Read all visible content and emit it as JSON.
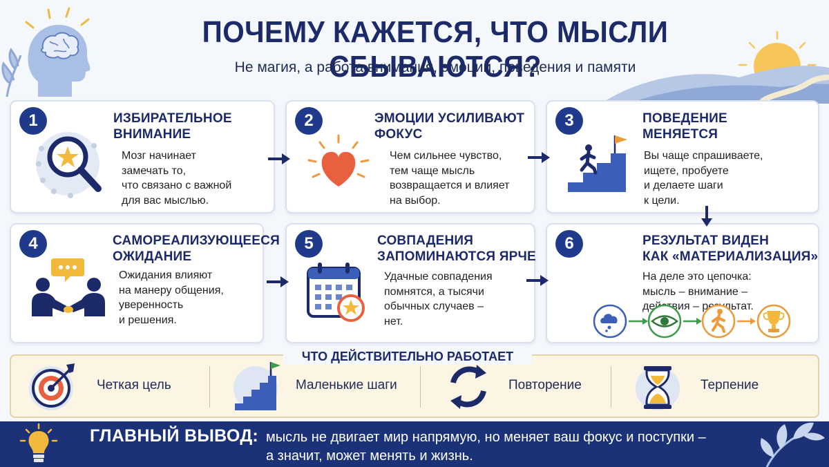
{
  "header": {
    "title": "ПОЧЕМУ КАЖЕТСЯ, ЧТО МЫСЛИ СБЫВАЮТСЯ?",
    "subtitle": "Не магия, а работа внимания, эмоций, поведения и памяти"
  },
  "cards": [
    {
      "number": "1",
      "title": "ИЗБИРАТЕЛЬНОЕ\nВНИМАНИЕ",
      "text": "Мозг начинает\nзамечать то,\nчто связано с важной\nдля вас мыслью.",
      "icon": "magnifier-star-icon"
    },
    {
      "number": "2",
      "title": "ЭМОЦИИ УСИЛИВАЮТ\nФОКУС",
      "text": "Чем сильнее чувство,\nтем чаще мысль\nвозвращается и влияет\nна выбор.",
      "icon": "glowing-heart-icon"
    },
    {
      "number": "3",
      "title": "ПОВЕДЕНИЕ\nМЕНЯЕТСЯ",
      "text": "Вы чаще спрашиваете,\nищете, пробуете\nи делаете шаги\nк цели.",
      "icon": "stairs-flag-icon"
    },
    {
      "number": "4",
      "title": "САМОРЕАЛИЗУЮЩЕЕСЯ\nОЖИДАНИЕ",
      "text": "Ожидания влияют\nна манеру общения,\nуверенность\nи решения.",
      "icon": "handshake-people-icon"
    },
    {
      "number": "5",
      "title": "СОВПАДЕНИЯ\nЗАПОМИНАЮТСЯ ЯРЧЕ",
      "text": "Удачные совпадения\nпомнятся, а тысячи\nобычных случаев –\nнет.",
      "icon": "calendar-star-icon"
    },
    {
      "number": "6",
      "title": "РЕЗУЛЬТАТ ВИДЕН\nКАК «МАТЕРИАЛИЗАЦИЯ»",
      "text": "На деле это цепочка:\nмысль – внимание –\nдействия – результат.",
      "icon": "chain-icons"
    }
  ],
  "works": {
    "title": "ЧТО ДЕЙСТВИТЕЛЬНО РАБОТАЕТ",
    "items": [
      {
        "label": "Четкая цель",
        "icon": "target-icon"
      },
      {
        "label": "Маленькие шаги",
        "icon": "steps-icon"
      },
      {
        "label": "Повторение",
        "icon": "repeat-icon"
      },
      {
        "label": "Терпение",
        "icon": "hourglass-icon"
      }
    ]
  },
  "conclusion": {
    "label": "ГЛАВНЫЙ ВЫВОД:",
    "text": "мысль не двигает мир напрямую, но меняет ваш фокус и поступки –\nа значит, может менять и жизнь."
  },
  "colors": {
    "navy": "#1c2a6a",
    "accent_blue": "#1f3a8a",
    "orange": "#e8912a",
    "heart_red": "#e05a3a",
    "green": "#3f9a4a",
    "cream": "#fcf5e3"
  }
}
